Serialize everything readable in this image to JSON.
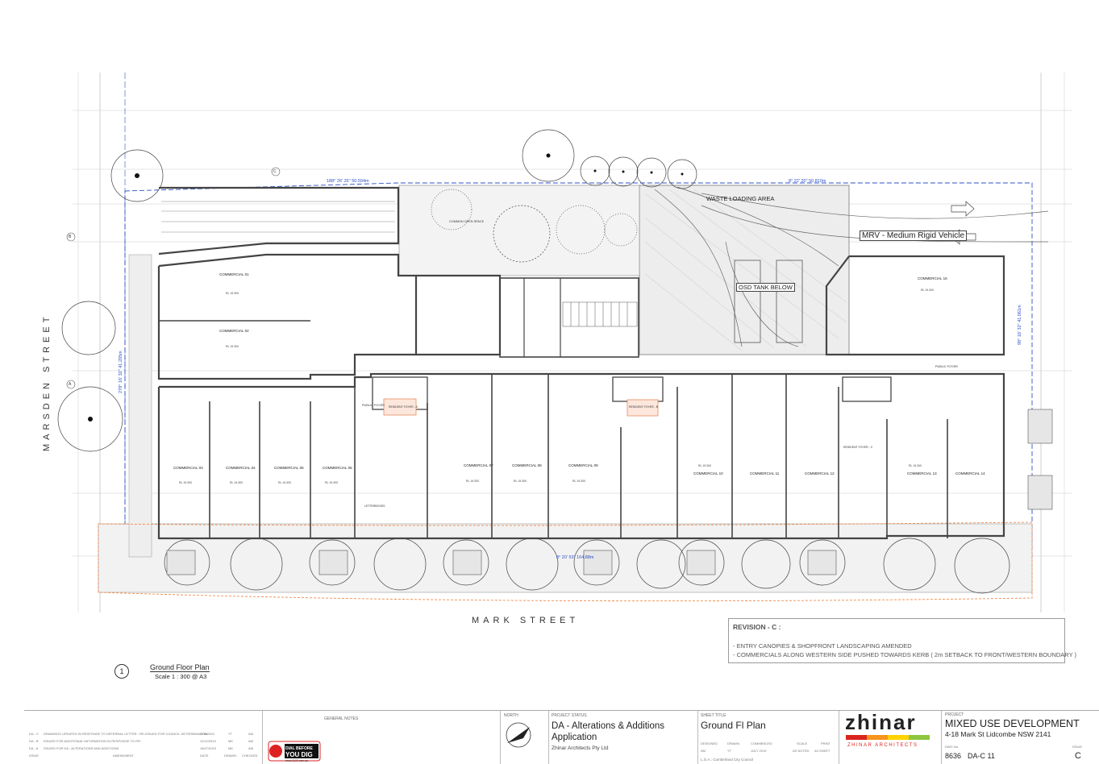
{
  "plan": {
    "rooms": {
      "commercial_01": "COMMERCIAL 01",
      "commercial_02": "COMMERCIAL 02",
      "commercial_03": "COMMERCIAL 03",
      "commercial_04": "COMMERCIAL 04",
      "commercial_05": "COMMERCIAL 05",
      "commercial_06": "COMMERCIAL 06",
      "commercial_07": "COMMERCIAL 07",
      "commercial_08": "COMMERCIAL 08",
      "commercial_09": "COMMERCIAL 09",
      "commercial_10": "COMMERCIAL 10",
      "commercial_11": "COMMERCIAL 11",
      "commercial_12": "COMMERCIAL 12",
      "commercial_13": "COMMERCIAL 13",
      "commercial_14": "COMMERCIAL 14",
      "commercial_15": "COMMERCIAL 15",
      "waste_loading": "WASTE LOADING AREA",
      "mrv": "MRV - Medium Rigid Vehicle",
      "osd_tank": "OSD TANK BELOW",
      "public_foyer_a": "PUBLIC FOYER",
      "public_foyer_b": "PUBLIC FOYER",
      "resident_foyer_a": "RESIDENT FOYER - A",
      "resident_foyer_b": "RESIDENT FOYER - B",
      "resident_foyer_c": "RESIDENT FOYER - C",
      "common_open_space": "COMMON OPEN SPACE",
      "letterboxes": "LETTERBOXES"
    },
    "bearing_top_left": "188° 26' 26\"  50.594m",
    "bearing_top_right": "8° 22' 20\"  50.810m",
    "bearing_bottom": "8° 20' 53\"  104.88m",
    "bearing_right": "98° 16' 32\"  41.061m",
    "bearing_left": "278° 16' 32\"  41.205m",
    "level_samples": [
      "RL 19.300",
      "RL 19.300",
      "RL 19.300",
      "RL 19.300",
      "RL 19.300",
      "RL 19.300",
      "RL 19.300",
      "RL 19.300",
      "RL 19.300",
      "RL 19.300",
      "RL 19.300",
      "RL 19.300"
    ],
    "grid_marks": [
      "C",
      "B",
      "A"
    ]
  },
  "streets": {
    "west": "MARSDEN STREET",
    "south": "MARK STREET"
  },
  "revision": {
    "title": "REVISION - C :",
    "lines": [
      "- ENTRY CANOPIES & SHOPFRONT LANDSCAPING AMENDED",
      "- COMMERCIALS ALONG WESTERN SIDE PUSHED TOWARDS KERB ( 2m SETBACK TO FRONT/WESTERN BOUNDARY )"
    ]
  },
  "view_label": {
    "number": "1",
    "title": "Ground Floor Plan",
    "scale": "Scale 1 : 300 @ A3"
  },
  "title_block": {
    "amendments": [
      {
        "rev": "DA - C",
        "desc": "DRAWINGS UPDATED IN RESPONSE TO DEFERRAL LETTER - RE-ISSUED FOR COUNCIL DETERMINATION",
        "date": "4/06/2020",
        "by": "YT",
        "chk": "AM"
      },
      {
        "rev": "DA - B",
        "desc": "ISSUED FOR ADDITIONAL INFORMATION IN RESPONSE TO RFI",
        "date": "11/12/2019",
        "by": "MK",
        "chk": "AM"
      },
      {
        "rev": "DA - A",
        "desc": "ISSUED FOR DA - ALTERATIONS AND ADDITIONS",
        "date": "16/07/2019",
        "by": "MK",
        "chk": "AM"
      }
    ],
    "amend_headers": {
      "rev": "ISSUE",
      "desc": "AMENDMENT",
      "date": "DATE",
      "by": "DRAWN",
      "chk": "CHECKED"
    },
    "dial_top": "DIAL BEFORE",
    "dial_bottom": "YOU DIG",
    "dial_web": "www.1100.com.au",
    "general_notes_heading": "GENERAL NOTES",
    "north_label": "NORTH",
    "project_status_label": "PROJECT STATUS",
    "project_status": "DA - Alterations & Additions Application",
    "company": "Zhinar Architects Pty Ltd",
    "sheet_title_label": "SHEET TITLE",
    "sheet_title": "Ground Fl Plan",
    "designed_label": "DESIGNED",
    "designed": "AM",
    "drawn_label": "DRAWN",
    "drawn": "YT",
    "commenced_label": "COMMENCED",
    "commenced": "JULY 2019",
    "scale_label": "SCALE",
    "scale": "AS NOTED",
    "print_label": "PRINT",
    "print": "A3 SHEET",
    "lga": "L.G.A.: Cumberland City Council",
    "logo": "zhinar",
    "logo_sub": "ZHINAR ARCHITECTS",
    "project_label": "PROJECT",
    "project": "MIXED USE DEVELOPMENT",
    "address": "4-18 Mark St Lidcombe NSW 2141",
    "dwg_label": "DWG No.",
    "job": "8636",
    "dwg_no": "DA-C 11",
    "issue_label": "ISSUE",
    "issue": "C",
    "brand_colors": {
      "red": "#d9251d",
      "green": "#8dc63f",
      "yellow": "#ffd200",
      "orange": "#f7941d"
    }
  }
}
